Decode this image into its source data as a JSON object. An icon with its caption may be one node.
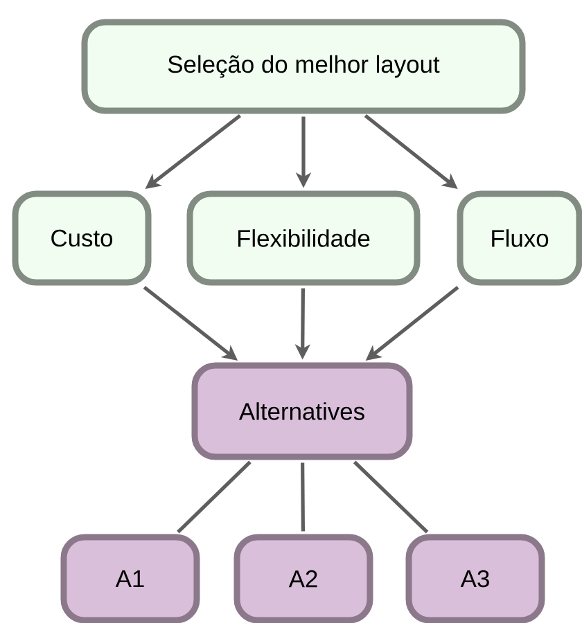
{
  "diagram": {
    "nodes": [
      {
        "text": [
          "Seleção do melhor layout"
        ]
      },
      {
        "text": [
          "Custo"
        ]
      },
      {
        "text": [
          "Flexibilidade"
        ]
      },
      {
        "text": [
          "Fluxo"
        ]
      },
      {
        "text": [
          "Alternatives"
        ]
      },
      {
        "text": [
          "A1"
        ]
      },
      {
        "text": [
          "A2"
        ]
      },
      {
        "text": [
          "A3"
        ]
      }
    ],
    "edges": [
      {
        "from": 0,
        "to": 1,
        "arrow": "to"
      },
      {
        "from": 0,
        "to": 2,
        "arrow": "to"
      },
      {
        "from": 0,
        "to": 3,
        "arrow": "to"
      },
      {
        "from": 1,
        "to": 4,
        "arrow": "to"
      },
      {
        "from": 2,
        "to": 4,
        "arrow": "to"
      },
      {
        "from": 3,
        "to": 4,
        "arrow": "to"
      },
      {
        "from": 4,
        "to": 5,
        "arrow": "none"
      },
      {
        "from": 4,
        "to": 6,
        "arrow": "none"
      },
      {
        "from": 4,
        "to": 7,
        "arrow": "none"
      }
    ]
  }
}
